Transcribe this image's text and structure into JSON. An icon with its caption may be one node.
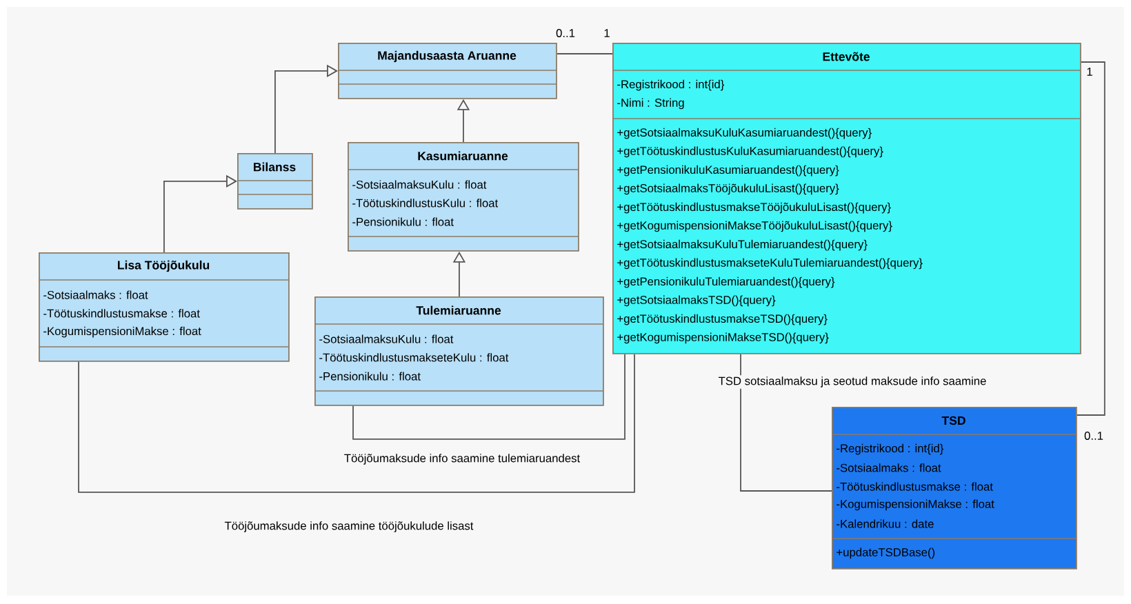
{
  "diagram": {
    "nodes": [
      {
        "text": [
          "Majandusaasta Aruanne"
        ]
      },
      {
        "text": [
          "Ettevõte",
          "-Registrikood : int{id}",
          "-Nimi : String",
          "+getSotsiaalmaksuKuluKasumiaruandest(){query}",
          "+getTöötuskindlustusKuluKasumiaruandest(){query}",
          "+getPensionikuluKasumiaruandest(){query}",
          "+getSotsiaalmaksTööjõukuluLisast(){query}",
          "+getTöötuskindlustusmakseTööjõukuluLisast(){query}",
          "+getKogumispensioniMakseTööjõukuluLisast(){query}",
          "+getSotsiaalmaksuKuluTulemiaruandest(){query}",
          "+getTöötuskindlustusmakseteKuluTulemiaruandest(){query}",
          "+getPensionikuluTulemiaruandest(){query}",
          "+getSotsiaalmaksTSD(){query}",
          "+getTöötuskindlustusmakseTSD(){query}",
          "+getKogumispensioniMakseTSD(){query}"
        ]
      },
      {
        "text": [
          "Bilanss"
        ]
      },
      {
        "text": [
          "Kasumiaruanne",
          "-SotsiaalmaksuKulu : float",
          "-TöötuskindlustusKulu : float",
          "-Pensionikulu : float"
        ]
      },
      {
        "text": [
          "Lisa Tööjõukulu",
          "-Sotsiaalmaks : float",
          "-Töötuskindlustusmakse : float",
          "-KogumispensioniMakse : float"
        ]
      },
      {
        "text": [
          "Tulemiaruanne",
          "-SotsiaalmaksuKulu : float",
          "-TöötuskindlustusmakseteKulu : float",
          "-Pensionikulu : float"
        ]
      },
      {
        "text": [
          "TSD",
          "-Registrikood : int{id}",
          "-Sotsiaalmaks : float",
          "-Töötuskindlustusmakse : float",
          "-KogumispensioniMakse : float",
          "-Kalendrikuu : date",
          "+updateTSDBase()"
        ]
      }
    ],
    "edges": [
      {
        "from": 2,
        "to": 0,
        "arrow": "to"
      },
      {
        "from": 3,
        "to": 0,
        "arrow": "to"
      },
      {
        "from": 4,
        "to": 2,
        "arrow": "to"
      },
      {
        "from": 5,
        "to": 3,
        "arrow": "to"
      },
      {
        "from": 0,
        "to": 1,
        "arrow": "none"
      },
      {
        "from": 1,
        "to": 6,
        "arrow": "none"
      },
      {
        "from": 5,
        "to": 1,
        "arrow": "none",
        "label": "Tööjõumaksude info saamine tulemiaruandest"
      },
      {
        "from": 4,
        "to": 1,
        "arrow": "none",
        "label": "Tööjõumaksude info saamine tööjõukulude lisast"
      },
      {
        "from": 1,
        "to": 6,
        "arrow": "none",
        "label": "TSD sotsiaalmaksu ja seotud maksude info saamine"
      }
    ],
    "labels": [
      "0..1",
      "1",
      "1",
      "0..1"
    ]
  }
}
